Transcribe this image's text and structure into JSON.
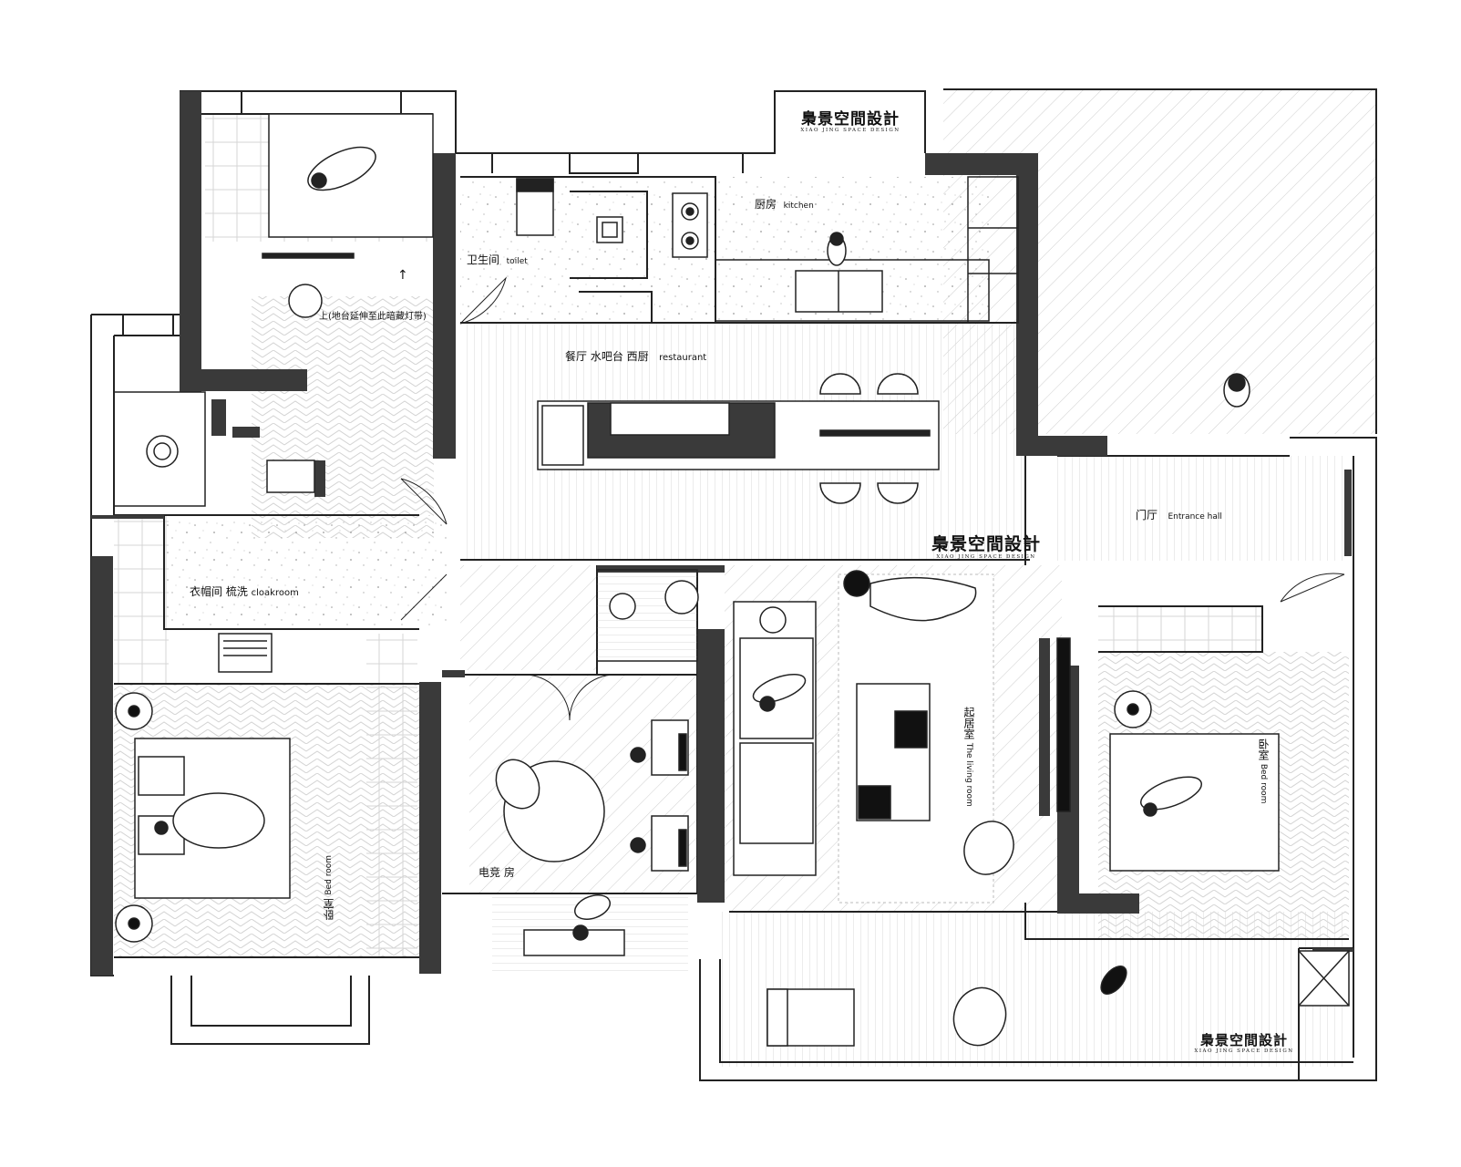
{
  "brand": {
    "zh": "梟景空間設計",
    "en": "XIAO JING SPACE DESIGN"
  },
  "rooms": {
    "toilet": {
      "zh": "卫生间",
      "en": "toilet"
    },
    "kitchen": {
      "zh": "厨房",
      "en": "kitchen"
    },
    "stair_note": "上(地台延伸至此暗藏灯带)",
    "restaurant": {
      "zh": "餐厅 水吧台 西厨",
      "en": "restaurant"
    },
    "entrance": {
      "zh": "门厅",
      "en": "Entrance hall"
    },
    "cloakroom": {
      "zh": "衣帽间 梳洗",
      "en": "cloakroom"
    },
    "living": {
      "zh": "起居室",
      "en": "The living room"
    },
    "bedroom_left": {
      "zh": "卧室",
      "en": "Bed room"
    },
    "bedroom_right": {
      "zh": "卧室",
      "en": "Bed room"
    },
    "esports": {
      "zh": "电竞 房"
    }
  },
  "colors": {
    "wall": "#3a3a3a",
    "line": "#222222",
    "hatch": "#d4d4d4",
    "floor": "#ffffff"
  }
}
